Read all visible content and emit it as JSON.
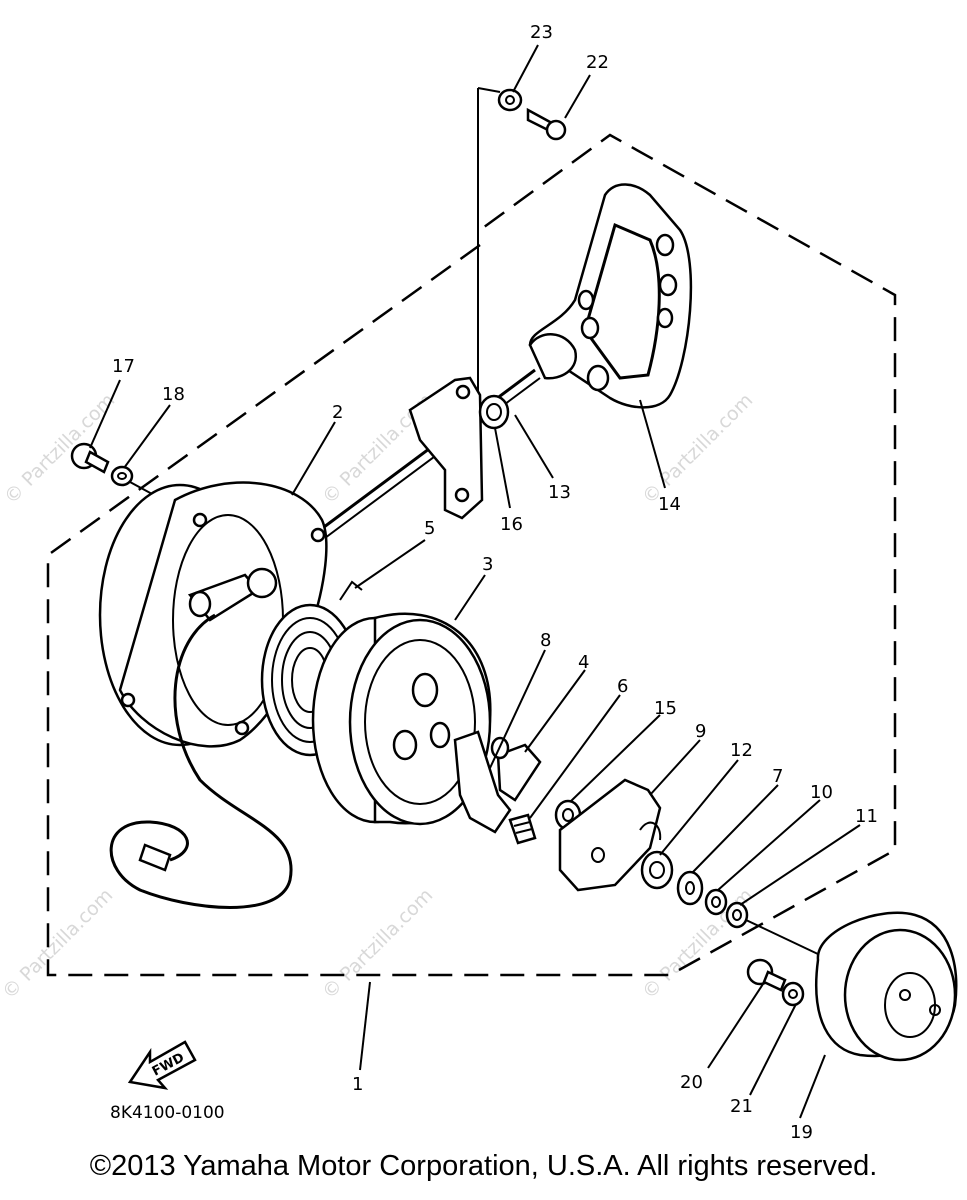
{
  "diagram": {
    "labels": {
      "p1": "1",
      "p2": "2",
      "p3": "3",
      "p4": "4",
      "p5": "5",
      "p6": "6",
      "p7": "7",
      "p8": "8",
      "p9": "9",
      "p10": "10",
      "p11": "11",
      "p12": "12",
      "p13": "13",
      "p14": "14",
      "p15": "15",
      "p16": "16",
      "p17": "17",
      "p18": "18",
      "p19": "19",
      "p20": "20",
      "p21": "21",
      "p22": "22",
      "p23": "23"
    },
    "fwd_label": "FWD",
    "drawing_code": "8K4100-0100",
    "watermark": "© Partzilla.com"
  },
  "footer": {
    "copyright": "©2013 Yamaha Motor Corporation, U.S.A. All rights reserved."
  }
}
